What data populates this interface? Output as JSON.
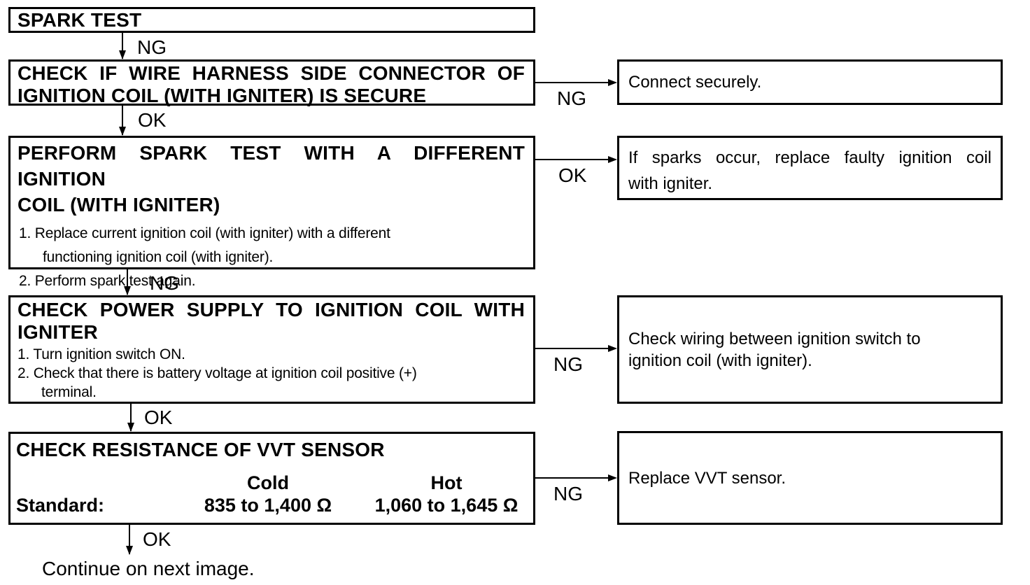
{
  "steps": [
    {
      "title_line1": "SPARK TEST"
    },
    {
      "title_line1": "CHECK IF WIRE HARNESS SIDE CONNECTOR OF",
      "title_line2": "IGNITION COIL (WITH IGNITER) IS SECURE"
    },
    {
      "title_line1": "PERFORM SPARK TEST WITH A DIFFERENT IGNITION",
      "title_line2": "COIL (WITH IGNITER)",
      "body_lines": [
        "1. Replace current ignition coil (with igniter) with a different",
        "functioning ignition coil (with igniter).",
        "2. Perform spark test again."
      ]
    },
    {
      "title_line1": "CHECK POWER SUPPLY TO IGNITION COIL WITH",
      "title_line2": "IGNITER",
      "body_lines": [
        "1. Turn ignition switch ON.",
        "2. Check that there is battery voltage at ignition coil positive (+)",
        "terminal."
      ]
    },
    {
      "title_line1": "CHECK RESISTANCE OF VVT SENSOR",
      "table": {
        "row_label": "Standard:",
        "col1_header": "Cold",
        "col1_value": "835 to 1,400 Ω",
        "col2_header": "Hot",
        "col2_value": "1,060 to 1,645 Ω"
      }
    }
  ],
  "results": [
    {
      "text": "Connect securely."
    },
    {
      "line1": "If sparks occur, replace faulty ignition coil",
      "line2": "with igniter."
    },
    {
      "line1": "Check wiring between ignition switch to",
      "line2": "ignition coil (with igniter)."
    },
    {
      "text": "Replace VVT sensor."
    }
  ],
  "connectors": {
    "down_labels": [
      "NG",
      "OK",
      "NG",
      "OK",
      "OK"
    ],
    "right_labels": [
      "NG",
      "OK",
      "NG",
      "NG"
    ]
  },
  "footer": "Continue on next image.",
  "colors": {
    "line": "#000000",
    "background": "#ffffff"
  }
}
